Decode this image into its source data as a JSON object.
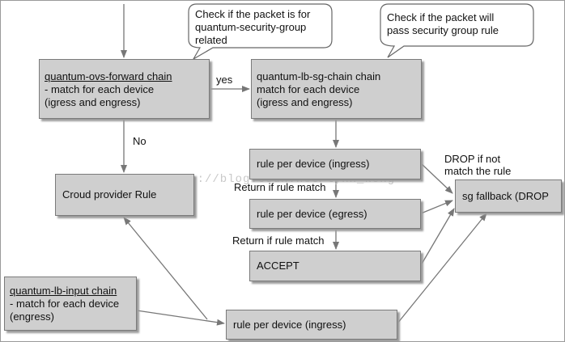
{
  "nodes": {
    "forward_chain": {
      "title": "quantum-ovs-forward chain",
      "line1": "- match for each device",
      "line2": "(igress and engress)"
    },
    "sg_chain": {
      "line1": "quantum-lb-sg-chain chain",
      "line2": "match for each device",
      "line3": "(igress and engress)"
    },
    "rule_ingress": "rule per device (ingress)",
    "rule_egress": "rule per device (egress)",
    "accept": "ACCEPT",
    "sg_fallback": "sg fallback (DROP",
    "provider_rule": "Croud provider Rule",
    "input_chain": {
      "title": "quantum-lb-input chain",
      "line1": "- match for each device",
      "line2": "(engress)"
    },
    "input_rule": "rule per device (ingress)"
  },
  "callouts": {
    "sg_related": {
      "line1": "Check if the packet is for",
      "line2": "quantum-security-group",
      "line3": "related"
    },
    "pass_rule": {
      "line1": "Check if the packet will",
      "line2": "pass security group rule"
    }
  },
  "edge_labels": {
    "yes": "yes",
    "no": "No",
    "return1": "Return if rule match",
    "return2": "Return if rule match",
    "drop": {
      "line1": "DROP if not",
      "line2": "match the rule"
    }
  },
  "watermark": "http://blog.csdn.net/lynn_kong",
  "colors": {
    "box_fill": "#cfcfcf",
    "box_border": "#7a7a7a",
    "arrow": "#777777"
  }
}
